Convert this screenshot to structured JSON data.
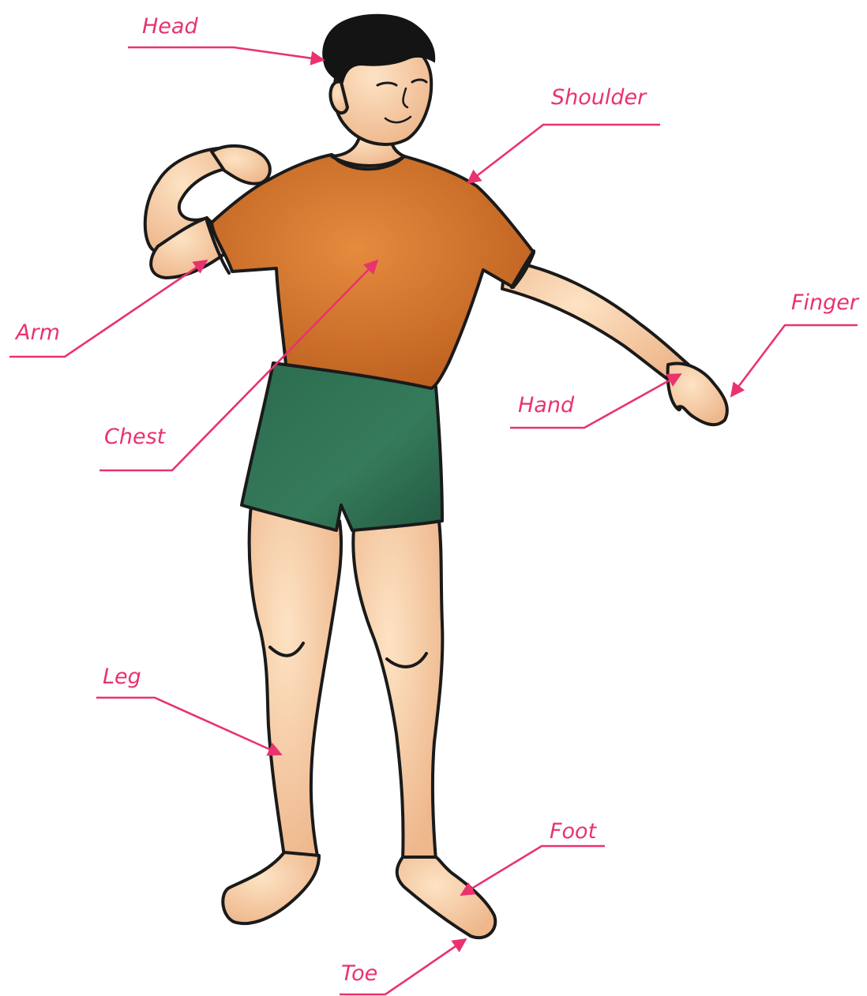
{
  "figure": {
    "subject": "boy-body-parts",
    "colors": {
      "label": "#e8336e",
      "skin": "#f6cfa4",
      "skin_shadow": "#e9a77a",
      "shirt": "#d9792f",
      "shirt_shadow": "#b85a1c",
      "shorts": "#2f7254",
      "shorts_shadow": "#1f5a41",
      "hair": "#141414",
      "outline": "#1a1a1a"
    }
  },
  "labels": {
    "head": "Head",
    "shoulder": "Shoulder",
    "arm": "Arm",
    "finger": "Finger",
    "chest": "Chest",
    "hand": "Hand",
    "leg": "Leg",
    "foot": "Foot",
    "toe": "Toe"
  }
}
